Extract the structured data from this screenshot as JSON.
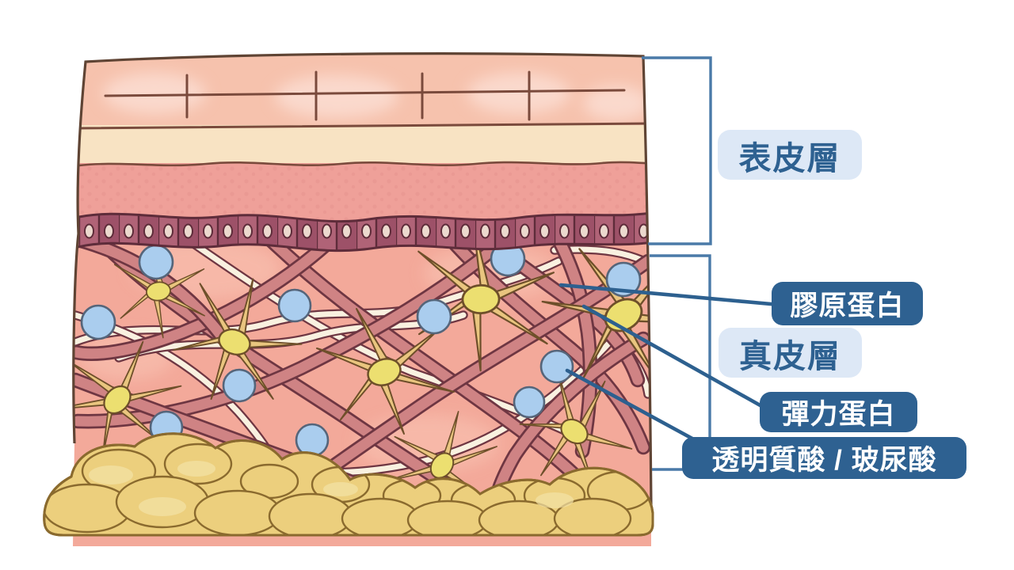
{
  "figure": {
    "type": "skin-cross-section-anatomy-diagram",
    "labels": {
      "epidermis": "表皮層",
      "dermis": "真皮層",
      "collagen": "膠原蛋白",
      "elastin": "彈力蛋白",
      "hyaluronic_acid": "透明質酸 / 玻尿酸"
    },
    "colors": {
      "label_dark_bg": "#2e6191",
      "label_dark_text": "#ffffff",
      "label_light_bg": "#dde8f6",
      "label_light_text": "#2e6191",
      "bracket_line": "#4a7aa8",
      "callout_line": "#2d608f",
      "skin_outline": "#5f4434",
      "epidermis_top": "#f6c2ad",
      "epidermis_highlight": "#fbddd2",
      "cream_band": "#f8e3c3",
      "granular_band": "#efa099",
      "granular_dot": "#e5928c",
      "basal_cell_a": "#b06377",
      "basal_cell_b": "#9d5168",
      "basal_outline": "#5e2c3a",
      "basal_oval": "#ecd9ce",
      "dermis_bg": "#f3a99a",
      "dermis_highlight": "#f9c4b4",
      "collagen_fiber": "#cf8384",
      "elastin_fiber": "#f9f1e0",
      "fiber_outline": "#6e3642",
      "fibroblast_core": "#ecdf70",
      "fibroblast_arm": "#e9c57f",
      "fibroblast_outline": "#6e4f2a",
      "hyaluronic_dot": "#aacdee",
      "hyaluronic_outline": "#55657a",
      "fat": "#eccf7d",
      "fat_highlight": "#f4e3a6",
      "fat_outline": "#8a6a2e"
    }
  }
}
